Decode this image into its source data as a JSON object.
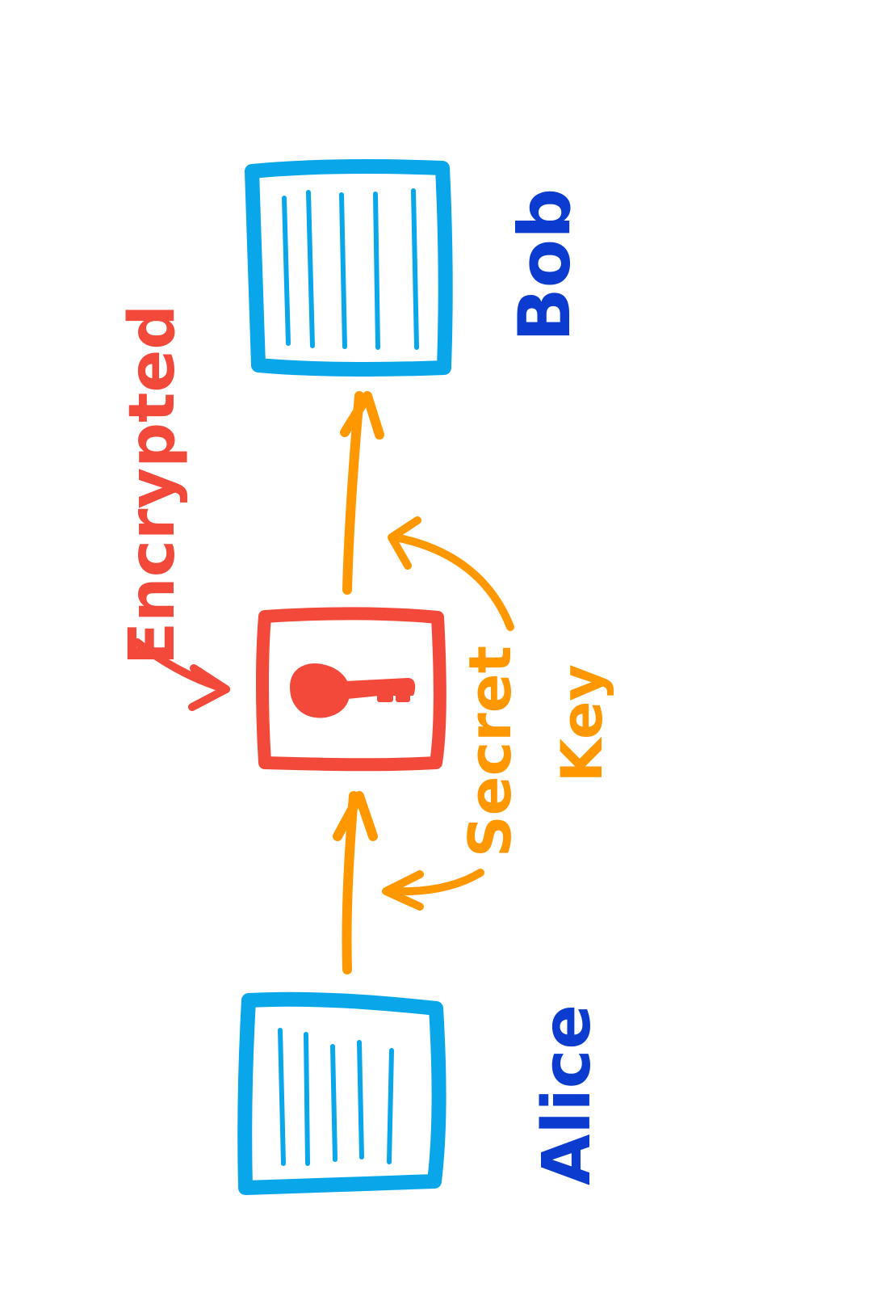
{
  "diagram": {
    "labels": {
      "bob": "Bob",
      "alice": "Alice",
      "encrypted": "Encrypted",
      "secret": "Secret",
      "key": "Key"
    },
    "icons": {
      "document": "document-icon",
      "lock_box": "locked-box",
      "key": "key-icon"
    },
    "colors": {
      "document": "#0aa6ea",
      "name": "#0b3ccf",
      "encrypted": "#f2493b",
      "flow": "#ff9800"
    }
  }
}
